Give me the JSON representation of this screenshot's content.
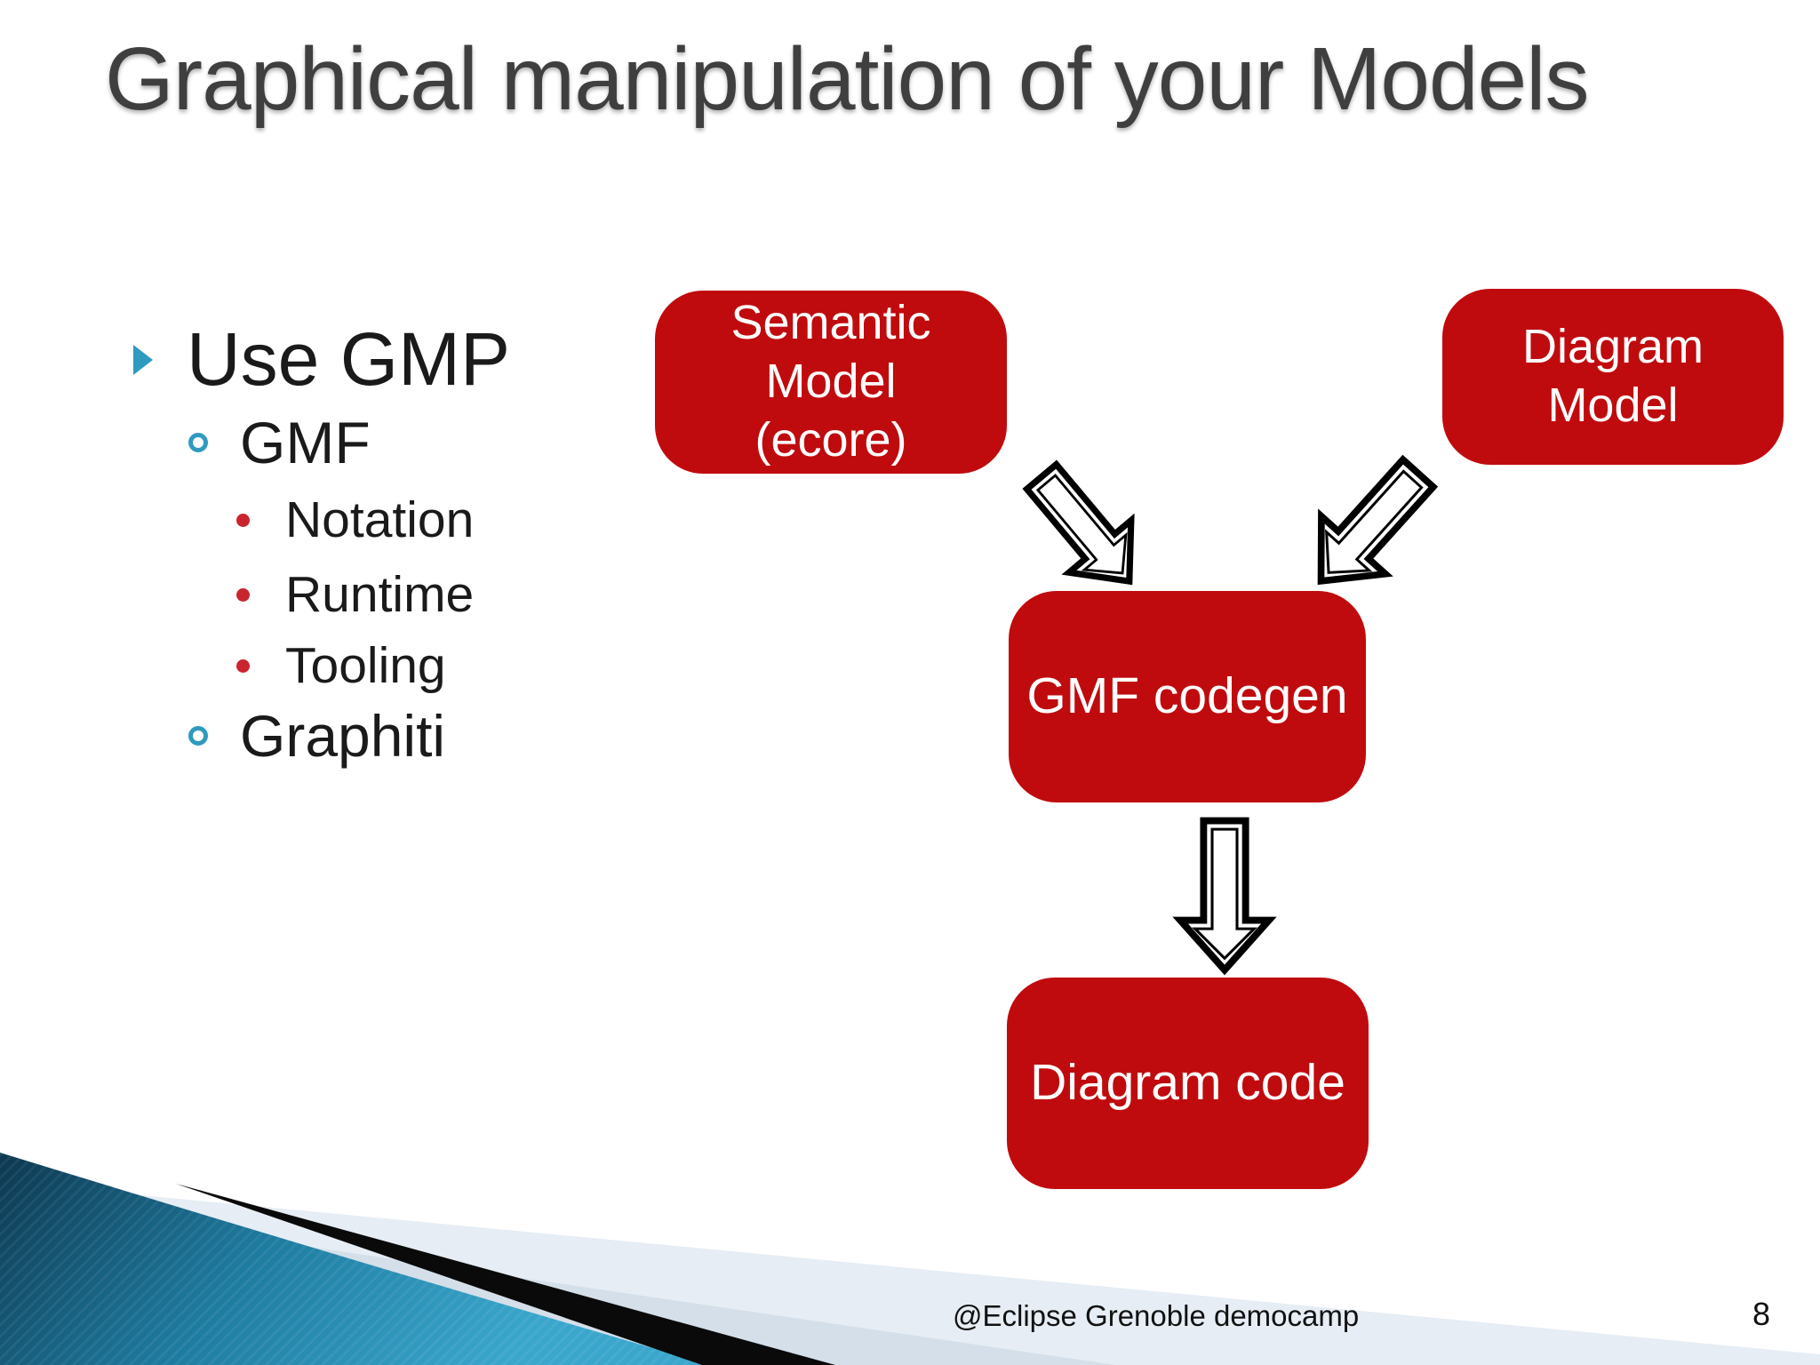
{
  "slide": {
    "title": "Graphical manipulation of your Models",
    "bullets": [
      {
        "level": 1,
        "text": "Use GMP"
      },
      {
        "level": 2,
        "text": "GMF"
      },
      {
        "level": 3,
        "text": "Notation"
      },
      {
        "level": 3,
        "text": "Runtime"
      },
      {
        "level": 3,
        "text": "Tooling"
      },
      {
        "level": 2,
        "text": "Graphiti"
      }
    ],
    "diagram": {
      "nodes": {
        "semantic": {
          "lines": [
            "Semantic",
            "Model",
            "(ecore)"
          ]
        },
        "diagram_model": {
          "lines": [
            "Diagram",
            "Model"
          ]
        },
        "gmf_codegen": {
          "lines": [
            "GMF codegen"
          ]
        },
        "diagram_code": {
          "lines": [
            "Diagram code"
          ]
        }
      },
      "edges": [
        {
          "from": "semantic",
          "to": "gmf_codegen"
        },
        {
          "from": "diagram_model",
          "to": "gmf_codegen"
        },
        {
          "from": "gmf_codegen",
          "to": "diagram_code"
        }
      ]
    },
    "footer": {
      "credit": "@Eclipse Grenoble democamp",
      "page": "8"
    },
    "icons": {
      "bullet_level1": "triangle-right-bullet",
      "bullet_level2": "circle-outline-bullet",
      "bullet_level3": "dot-bullet",
      "edge_arrow": "white-block-arrow"
    },
    "colors": {
      "node_red": "#c00b0e",
      "bullet_teal": "#2f9ac0",
      "bullet_red_dot": "#c9252f",
      "title_gray": "#3f3f3f",
      "decor_teal_dark": "#0d3850",
      "decor_teal_bright": "#3aa6cc",
      "decor_pale_blue": "#d4dfe9",
      "decor_pale_light": "#e6edf4",
      "decor_black": "#0a0a0a"
    }
  }
}
